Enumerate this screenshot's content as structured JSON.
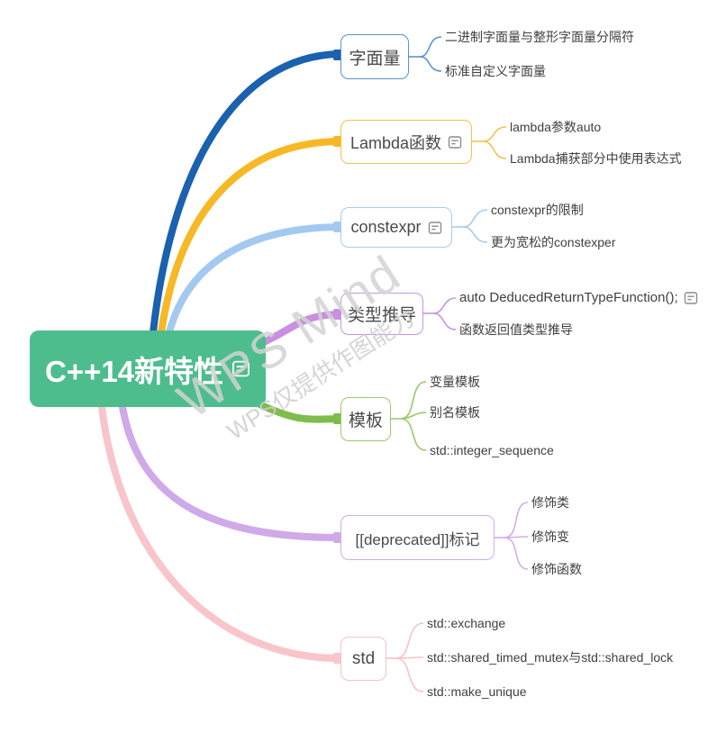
{
  "watermark": {
    "line1": "WPS Mind",
    "line2": "WPS仅提供作图能力"
  },
  "root": {
    "label": "C++14新特性",
    "has_note_icon": true,
    "fill_color": "#4DBD8D",
    "text_color": "#FFFFFF"
  },
  "branches": [
    {
      "label": "字面量",
      "branch_color": "#1A61AE",
      "border_color": "#5A93CC",
      "children": [
        "二进制字面量与整形字面量分隔符",
        "标准自定义字面量"
      ]
    },
    {
      "label": "Lambda函数",
      "has_note_icon": true,
      "branch_color": "#F7B825",
      "border_color": "#F2C14D",
      "children": [
        "lambda参数auto",
        "Lambda捕获部分中使用表达式"
      ]
    },
    {
      "label": "constexpr",
      "has_note_icon": true,
      "branch_color": "#A3C9F1",
      "border_color": "#A9CBEE",
      "children": [
        "constexpr的限制",
        "更为宽松的constexper"
      ]
    },
    {
      "label": "类型推导",
      "branch_color": "#C98FE0",
      "border_color": "#C795DF",
      "children": [
        "auto DeducedReturnTypeFunction();",
        "函数返回值类型推导"
      ],
      "child_with_note_icon": 0
    },
    {
      "label": "模板",
      "branch_color": "#7FBC4B",
      "border_color": "#99CA6C",
      "children": [
        "变量模板",
        "别名模板",
        "std::integer_sequence"
      ]
    },
    {
      "label": "[[deprecated]]标记",
      "branch_color": "#D0A9E8",
      "border_color": "#D2AEE9",
      "children": [
        "修饰类",
        "修饰变",
        "修饰函数"
      ]
    },
    {
      "label": "std",
      "branch_color": "#F8C5CB",
      "border_color": "#F6C3C9",
      "children": [
        "std::exchange",
        "std::shared_timed_mutex与std::shared_lock",
        "std::make_unique"
      ]
    }
  ]
}
